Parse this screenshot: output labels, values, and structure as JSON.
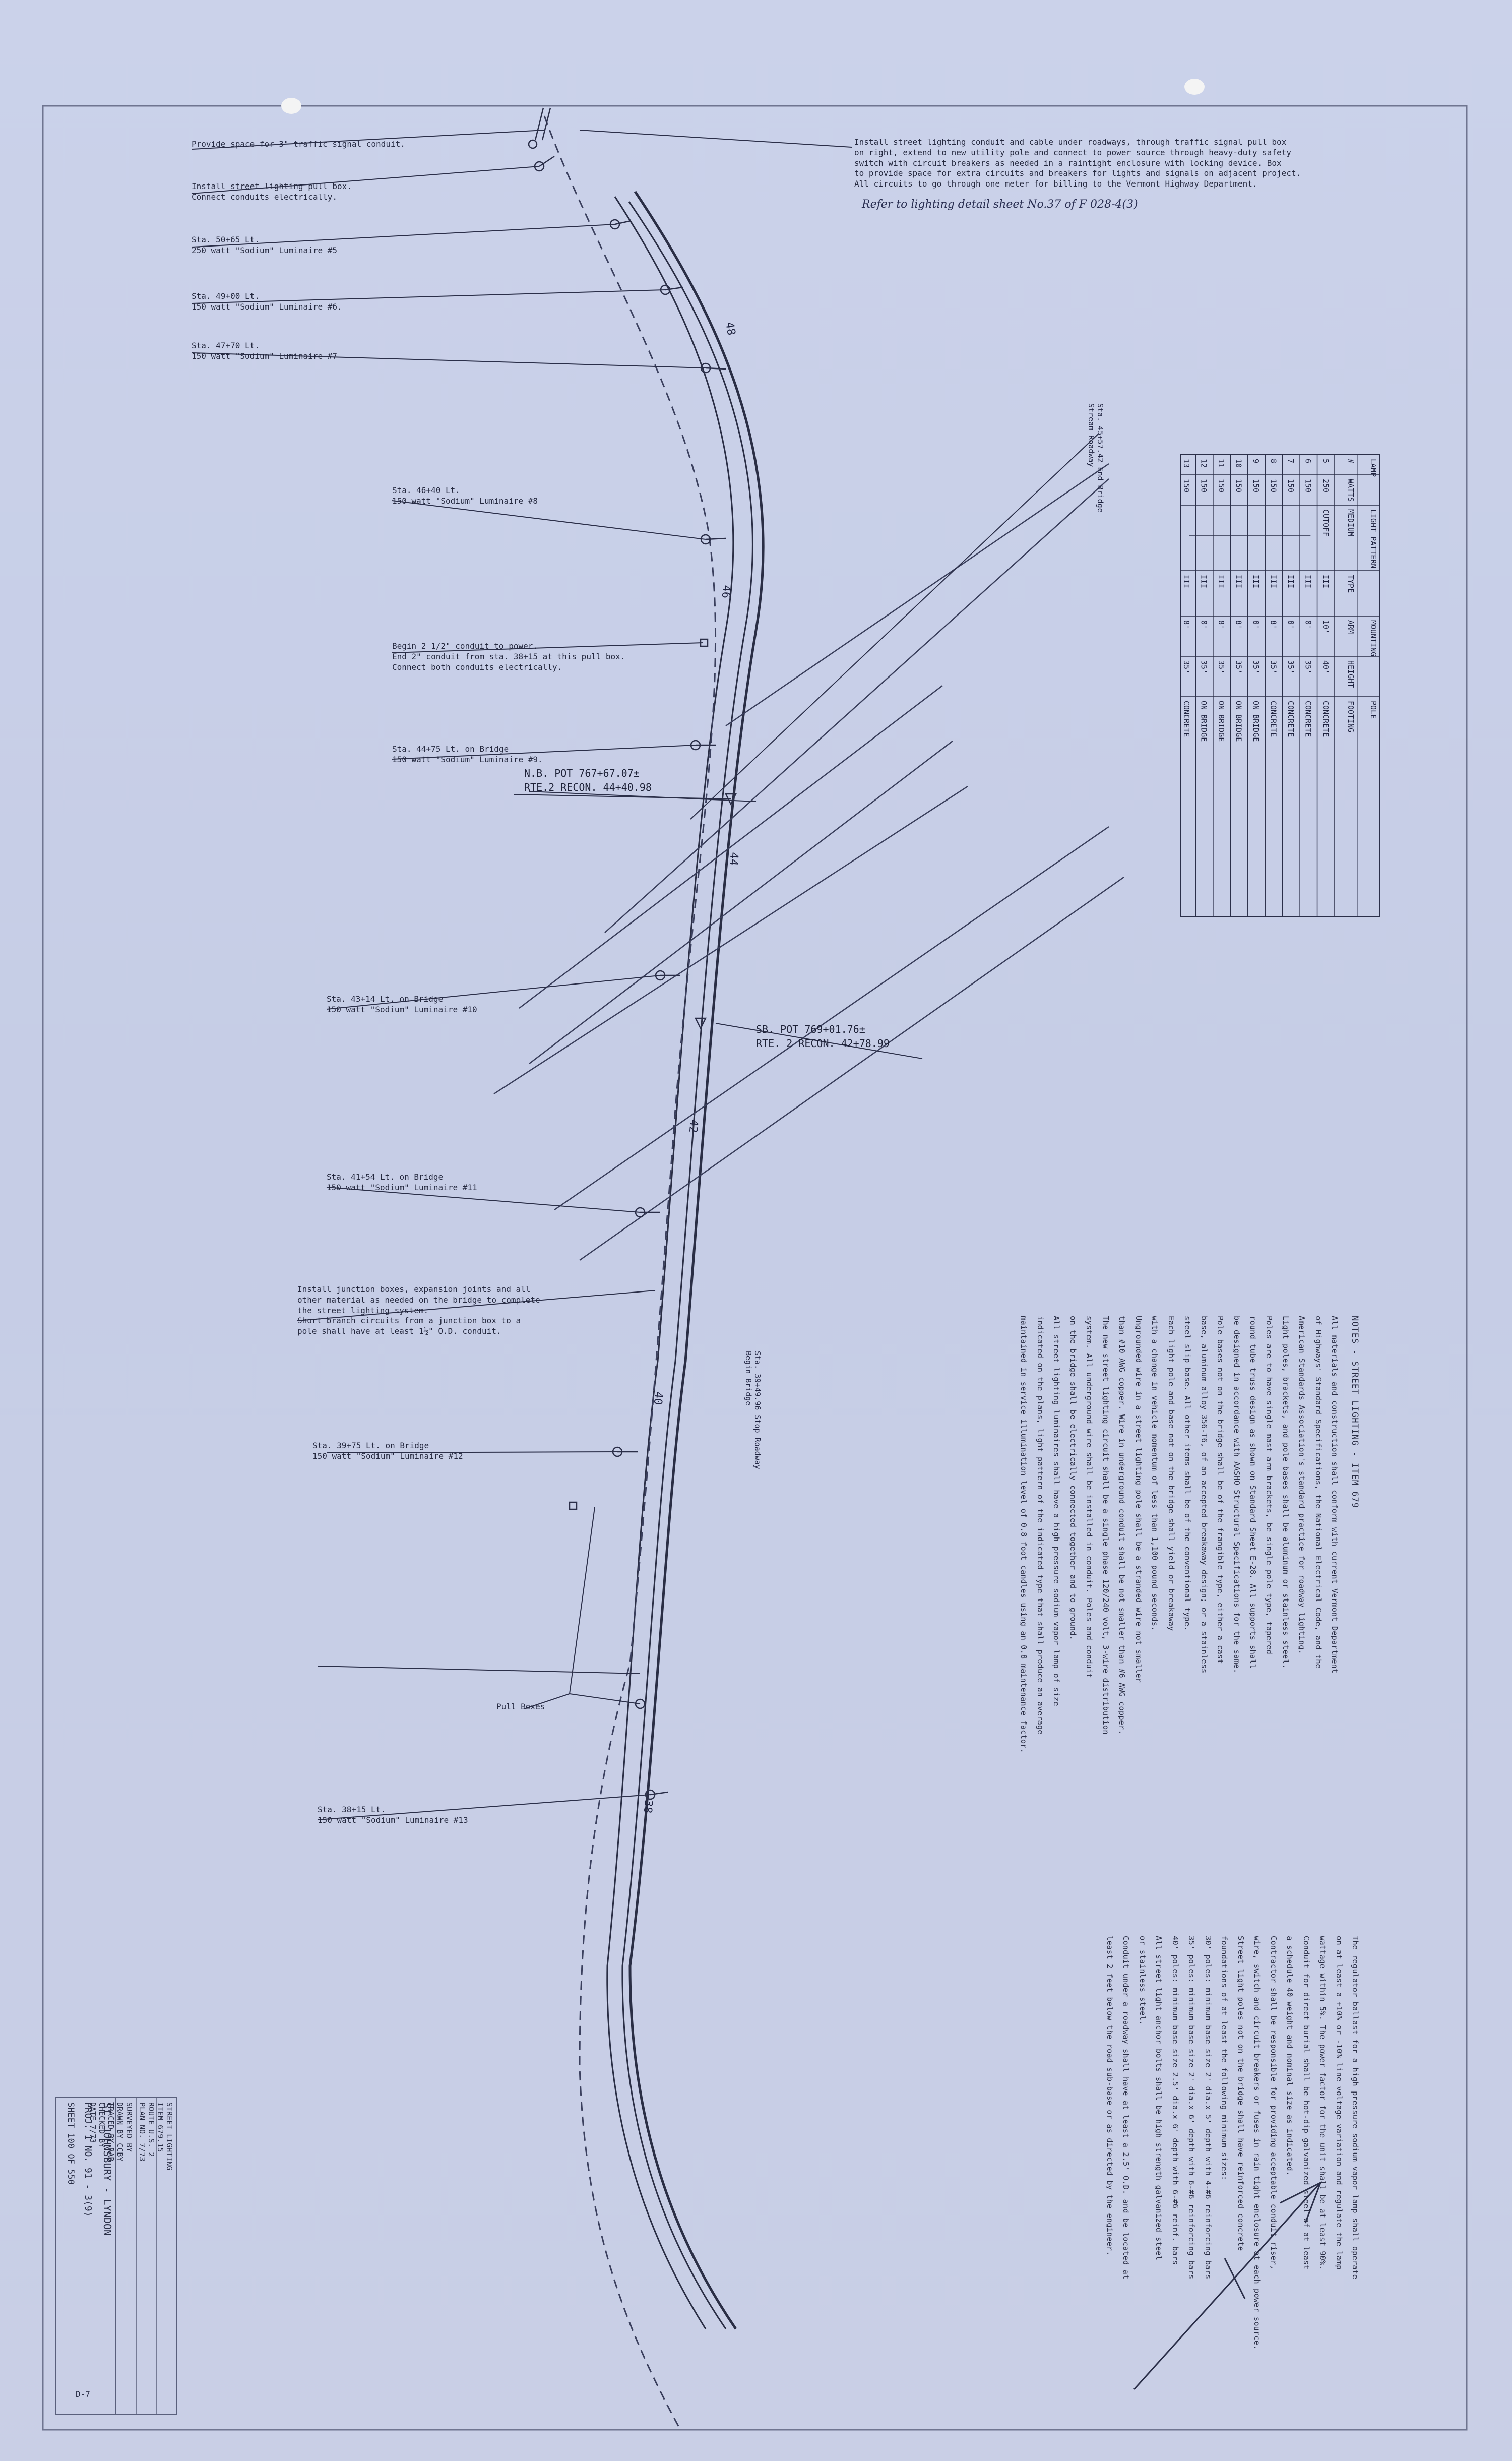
{
  "callouts": {
    "traffic_conduit": "Provide space for 3\" traffic signal conduit.",
    "pull_box": [
      "Install street lighting pull box.",
      "Connect conduits electrically."
    ],
    "lum6": [
      "Sta. 50+65 Lt.",
      "250 watt \"Sodium\" Luminaire #5"
    ],
    "lum5": [
      "Sta. 49+00 Lt.",
      "150 watt \"Sodium\" Luminaire #6."
    ],
    "lum7": [
      "Sta. 47+70 Lt.",
      "150 watt \"Sodium\" Luminaire #7"
    ],
    "lum8": [
      "Sta. 46+40 Lt.",
      "150 watt \"Sodium\" Luminaire #8"
    ],
    "conduit_power": [
      "Begin 2 1/2\" conduit to power.",
      "End 2\" conduit from sta. 38+15 at this pull box.",
      "Connect both conduits electrically."
    ],
    "lum9": [
      "Sta. 44+75 Lt. on Bridge",
      "150 watt \"Sodium\" Luminaire #9."
    ],
    "lum10": [
      "Sta. 43+14 Lt. on Bridge",
      "150 watt \"Sodium\" Luminaire #10"
    ],
    "lum11": [
      "Sta. 41+54 Lt. on Bridge",
      "150 watt \"Sodium\" Luminaire #11"
    ],
    "junction": [
      "Install junction boxes, expansion joints and all",
      "other material as needed on the bridge to complete",
      "the street lighting system.",
      "Short branch circuits from a junction box to a",
      "pole shall have at least 1½\" O.D. conduit."
    ],
    "lum12": [
      "Sta. 39+75 Lt. on Bridge",
      "150 watt \"Sodium\" Luminaire #12"
    ],
    "pull_boxes": "Pull Boxes",
    "lum13": [
      "Sta. 38+15 Lt.",
      "150 watt \"Sodium\" Luminaire #13"
    ],
    "install_conduit": [
      "Install street lighting conduit and cable under roadways, through traffic signal pull box",
      "on right, extend to new utility pole and connect to power source through heavy-duty safety",
      "switch with circuit breakers as needed in a raintight enclosure with locking device.  Box",
      "to provide space for extra circuits and breakers for lights and signals on adjacent project.",
      "All circuits to go through one meter for billing to the Vermont Highway Department."
    ],
    "refer_lighting": "Refer to lighting detail sheet No.37 of F 028-4(3)"
  },
  "alignment": {
    "nb_pot": "N.B. POT 767+67.07±",
    "nb_recon": "RTE.2  RECON. 44+40.98",
    "sb_pot": "SB. POT  769+01.76±",
    "sb_recon": "RTE. 2  RECON. 42+78.99",
    "end_bridge": [
      "Sta. 45+57.42   End Bridge",
      "Stream Roadway"
    ],
    "begin_bridge": [
      "Sta. 39+49.96   Stop Roadway",
      "Begin Bridge"
    ],
    "stations": [
      "48",
      "46",
      "44",
      "42",
      "40",
      "38"
    ]
  },
  "table": {
    "header_top": [
      "LAMP",
      "LIGHT PATTERN",
      "MOUNTING",
      "POLE"
    ],
    "header_sub": [
      "#",
      "WATTS",
      "MEDIUM",
      "TYPE",
      "ARM",
      "HEIGHT",
      "FOOTING"
    ],
    "rows": [
      [
        "5",
        "250",
        "CUTOFF",
        "III",
        "10'",
        "40'",
        "CONCRETE"
      ],
      [
        "6",
        "150",
        "",
        "III",
        "8'",
        "35'",
        "CONCRETE"
      ],
      [
        "7",
        "150",
        "",
        "III",
        "8'",
        "35'",
        "CONCRETE"
      ],
      [
        "8",
        "150",
        "",
        "III",
        "8'",
        "35'",
        "CONCRETE"
      ],
      [
        "9",
        "150",
        "",
        "III",
        "8'",
        "35'",
        "ON BRIDGE"
      ],
      [
        "10",
        "150",
        "",
        "III",
        "8'",
        "35'",
        "ON BRIDGE"
      ],
      [
        "11",
        "150",
        "",
        "III",
        "8'",
        "35'",
        "ON BRIDGE"
      ],
      [
        "12",
        "150",
        "",
        "III",
        "8'",
        "35'",
        "ON BRIDGE"
      ],
      [
        "13",
        "150",
        "",
        "III",
        "8'",
        "35'",
        "CONCRETE"
      ]
    ]
  },
  "notes": {
    "title": "NOTES - STREET LIGHTING - ITEM 679",
    "paragraphs": [
      "All materials and construction shall conform with current Vermont Department",
      "of Highways' Standard Specifications, the National Electrical Code, and the",
      "American Standards Association's standard practice for roadway lighting.",
      "Light poles, brackets, and pole bases shall be aluminum or stainless steel.",
      "Poles are to have single mast arm brackets, be single pole type, tapered",
      "round tube truss design as shown on Standard Sheet E-28. All supports shall",
      "be designed in accordance with AASHO Structural Specifications for the same.",
      "Pole bases not on the bridge shall be of the frangible type, either a cast",
      "base, aluminum alloy 356-T6, of an accepted breakaway design; or a stainless",
      "steel slip base. All other items shall be of the conventional type.",
      "Each light pole and base not on the bridge shall yield or breakaway",
      "with a change in vehicle momentum of less than 1,100 pound seconds.",
      "Ungrounded wire in a street lighting pole shall be a stranded wire not smaller",
      "than #10 AWG copper. Wire in underground conduit shall be not smaller than #6 AWG copper.",
      "The new street lighting circuit shall be a single phase 120/240 volt, 3-wire distribution",
      "system. All underground wire shall be installed in conduit. Poles and conduit",
      "on the bridge shall be electrically connected together and to ground.",
      "All street lighting luminaires shall have a high pressure sodium vapor lamp of size",
      "indicated on the plans, light pattern of the indicated type that shall produce an average",
      "maintained in service illumination level of 0.8 foot candles using an 0.8 maintenance factor."
    ],
    "paragraphs2": [
      "The regulator ballast for a high pressure sodium vapor lamp shall operate",
      "on at least a +10% or -10% line voltage variation and regulate the lamp",
      "wattage within 5%. The power factor for the unit shall be at least 90%.",
      "Conduit for direct burial shall be hot-dip galvanized steel of at least",
      "a schedule 40 weight and nominal size as indicated.",
      "Contractor shall be responsible for providing acceptable conduit riser,",
      "wire, switch and circuit breakers or fuses in rain tight enclosure at each power source.",
      "Street light poles not on the bridge shall have reinforced concrete",
      "foundations of at least the following minimum sizes:",
      "30' poles:  minimum base size 2' dia.x 5' depth with 4-#6 reinforcing bars",
      "35' poles:  minimum base size 2' dia.x 6' depth with 6-#6 reinforcing bars",
      "40' poles:  minimum base size 2.5' dia.x 6' depth with 6-#6 reinf. bars",
      "All street light anchor bolts shall be high strength galvanized steel",
      "or stainless steel.",
      "Conduit under a roadway shall have at least a 2.5' O.D. and be located at",
      "least 2 feet below the road sub-base or as directed by the engineer."
    ]
  },
  "title_block": {
    "left": [
      "STREET LIGHTING",
      "ITEM 679.15",
      "ROUTE  U.S. 2",
      "PLAN NO.  7/73"
    ],
    "right": [
      "SURVEYED BY",
      "DRAWN BY  CCBY",
      "TRACED BY  RAB",
      "CHECKED BY",
      "DATE  7/73"
    ],
    "project": "ST. JOHNSBURY - LYNDON",
    "proj_no": "PROJ.  I   NO.  91 - 3(9)",
    "sheet": "SHEET  100   OF  550",
    "code": "D-7"
  },
  "colors": {
    "paper": "#c9cfe6",
    "ink": "#25293f"
  }
}
